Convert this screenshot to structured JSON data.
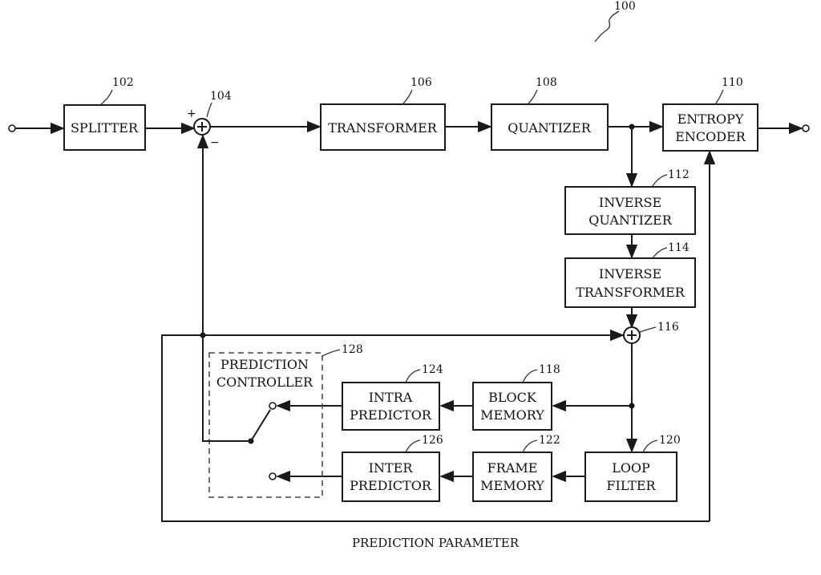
{
  "figure_ref": "100",
  "blocks": {
    "splitter": {
      "ref": "102",
      "lines": [
        "SPLITTER"
      ]
    },
    "subtractor": {
      "ref": "104",
      "plus": "+",
      "minus": "−"
    },
    "transformer": {
      "ref": "106",
      "lines": [
        "TRANSFORMER"
      ]
    },
    "quantizer": {
      "ref": "108",
      "lines": [
        "QUANTIZER"
      ]
    },
    "entropy": {
      "ref": "110",
      "lines": [
        "ENTROPY",
        "ENCODER"
      ]
    },
    "inv_quant": {
      "ref": "112",
      "lines": [
        "INVERSE",
        "QUANTIZER"
      ]
    },
    "inv_trans": {
      "ref": "114",
      "lines": [
        "INVERSE",
        "TRANSFORMER"
      ]
    },
    "adder": {
      "ref": "116"
    },
    "block_mem": {
      "ref": "118",
      "lines": [
        "BLOCK",
        "MEMORY"
      ]
    },
    "loop_filter": {
      "ref": "120",
      "lines": [
        "LOOP",
        "FILTER"
      ]
    },
    "frame_mem": {
      "ref": "122",
      "lines": [
        "FRAME",
        "MEMORY"
      ]
    },
    "intra": {
      "ref": "124",
      "lines": [
        "INTRA",
        "PREDICTOR"
      ]
    },
    "inter": {
      "ref": "126",
      "lines": [
        "INTER",
        "PREDICTOR"
      ]
    },
    "pred_ctrl": {
      "ref": "128",
      "lines": [
        "PREDICTION",
        "CONTROLLER"
      ]
    }
  },
  "caption": "PREDICTION PARAMETER"
}
